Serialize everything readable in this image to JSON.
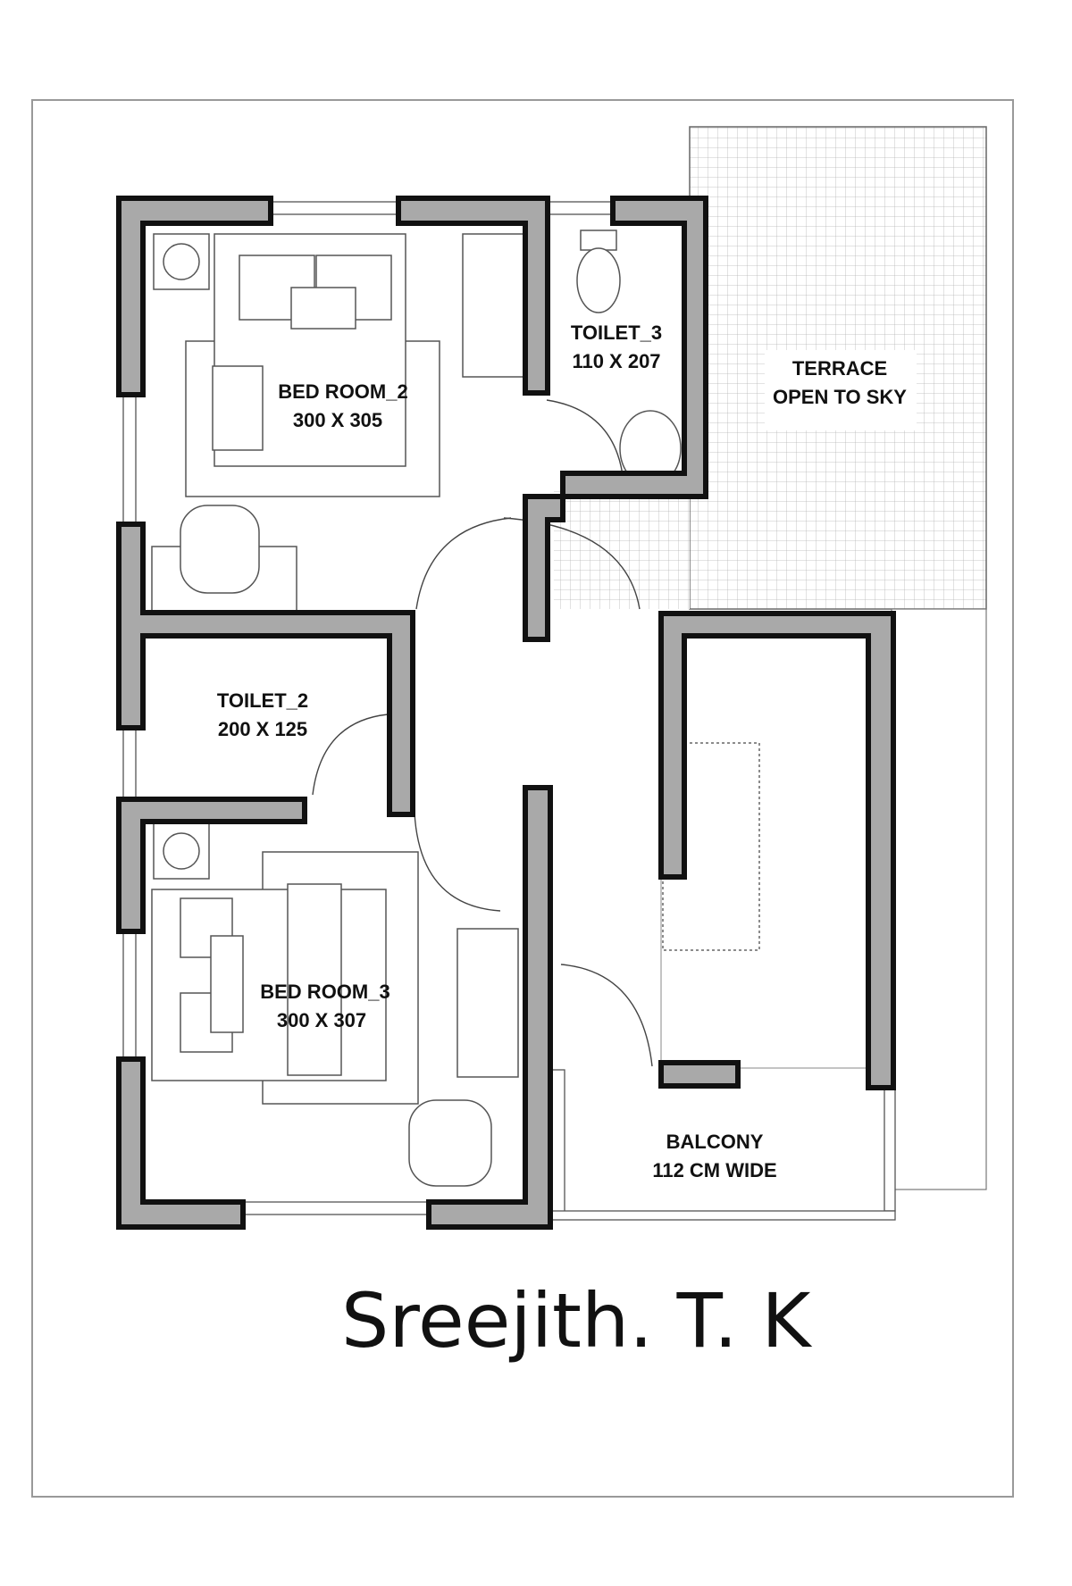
{
  "rooms": {
    "bedroom2": {
      "name": "BED ROOM_2",
      "size": "300 X 305"
    },
    "toilet3": {
      "name": "TOILET_3",
      "size": "110 X 207"
    },
    "terrace": {
      "line1": "TERRACE",
      "line2": "OPEN TO SKY"
    },
    "toilet2": {
      "name": "TOILET_2",
      "size": "200 X 125"
    },
    "bedroom3": {
      "name": "BED ROOM_3",
      "size": "300 X 307"
    },
    "balcony": {
      "name": "BALCONY",
      "size": "112 CM WIDE"
    }
  },
  "designer": "Sreejith. T. K",
  "colors": {
    "wall_fill": "#a9a9a9",
    "wall_outline": "#111111",
    "border": "#999999"
  }
}
